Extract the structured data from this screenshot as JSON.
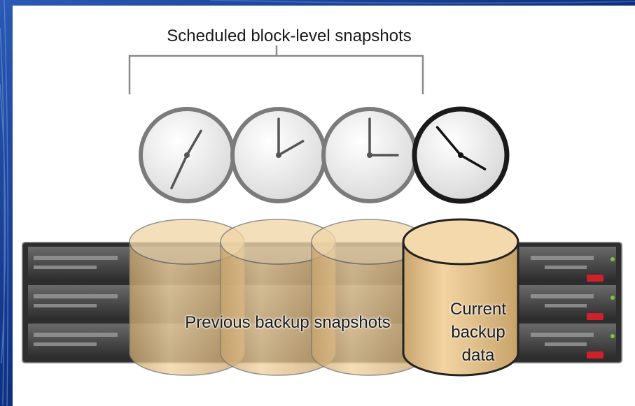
{
  "title": "Scheduled block-level snapshots",
  "snapshots": [
    {
      "hour_angle": 30,
      "minute_angle": 205
    },
    {
      "hour_angle": 60,
      "minute_angle": 0
    },
    {
      "hour_angle": 90,
      "minute_angle": 0
    },
    {
      "hour_angle": 120,
      "minute_angle": 320
    }
  ],
  "previous_label": "Previous backup snapshots",
  "current_label_lines": [
    "Current",
    "backup",
    "data"
  ],
  "colors": {
    "background": "#0d2a6e",
    "cylinder_fill": "#e8c48e",
    "cylinder_edge": "#555555",
    "clock_face": "#e9e9e9",
    "server_body": "#3a3a3a",
    "accent_red": "#d0202a"
  }
}
